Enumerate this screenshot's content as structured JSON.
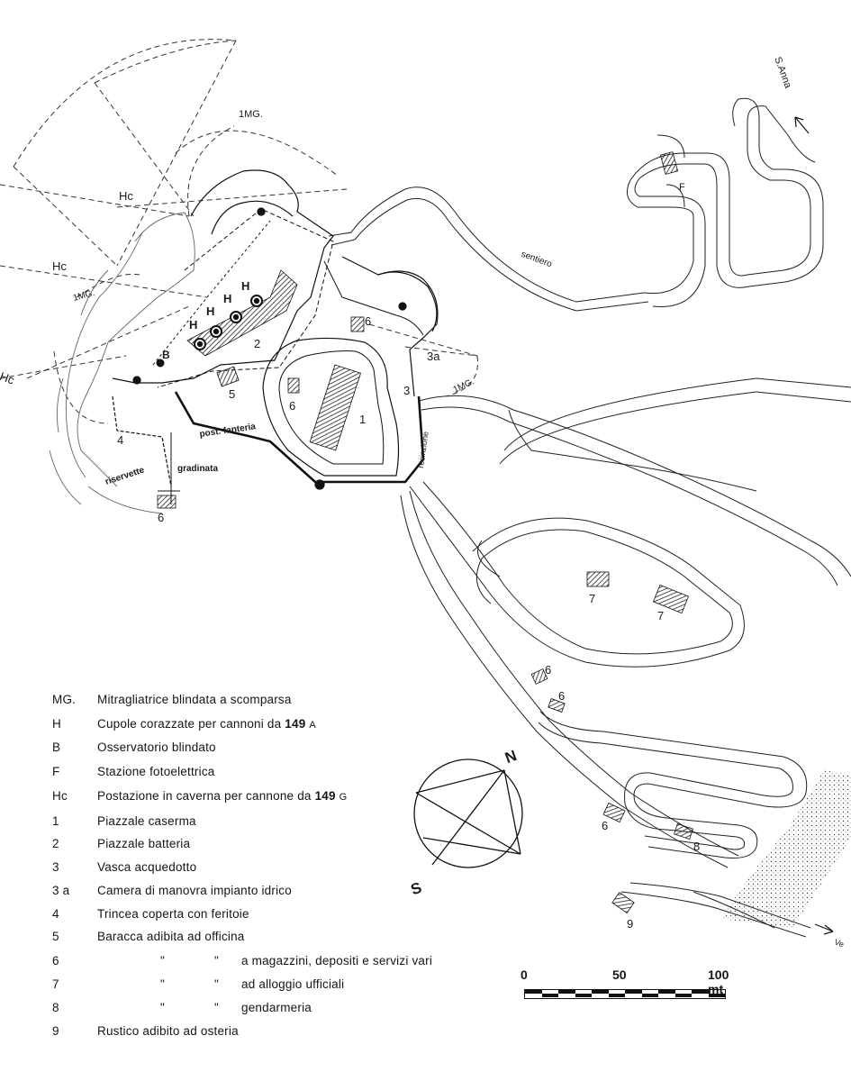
{
  "map": {
    "labels": {
      "s_anna": "S.Anna",
      "sentiero": "sentiero",
      "recinzione": "recinzione",
      "post_fanteria": "post. fanteria",
      "riservette": "riservette",
      "gradinata": "gradinata",
      "ve": "Ve",
      "mg_1": "1MG.",
      "hc": "Hc",
      "h": "H",
      "b": "B",
      "f": "F",
      "n1": "1",
      "n2": "2",
      "n3": "3",
      "n3a": "3a",
      "n4": "4",
      "n5": "5",
      "n6": "6",
      "n7": "7",
      "n8": "8",
      "n9": "9"
    },
    "compass": {
      "north": "N",
      "south": "S"
    }
  },
  "legend": {
    "items": [
      {
        "symbol": "MG.",
        "text": "Mitragliatrice blindata a scomparsa"
      },
      {
        "symbol": "H",
        "text": "Cupole corazzate per cannoni da",
        "number": "149",
        "suffix": "A"
      },
      {
        "symbol": "B",
        "text": "Osservatorio blindato"
      },
      {
        "symbol": "F",
        "text": "Stazione fotoelettrica"
      },
      {
        "symbol": "Hc",
        "text": "Postazione in caverna per cannone da",
        "number": "149",
        "suffix": "G"
      },
      {
        "symbol": "1",
        "text": "Piazzale caserma"
      },
      {
        "symbol": "2",
        "text": "Piazzale batteria"
      },
      {
        "symbol": "3",
        "text": "Vasca acquedotto"
      },
      {
        "symbol": "3 a",
        "text": "Camera di manovra impianto idrico"
      },
      {
        "symbol": "4",
        "text": "Trincea  coperta con feritoie"
      },
      {
        "symbol": "5",
        "text": "Baracca adibita ad officina"
      },
      {
        "symbol": "6",
        "ditto1": "\"",
        "ditto2": "\"",
        "text": "a magazzini, depositi e servizi vari"
      },
      {
        "symbol": "7",
        "ditto1": "\"",
        "ditto2": "\"",
        "text": "ad alloggio ufficiali"
      },
      {
        "symbol": "8",
        "ditto1": "\"",
        "ditto2": "\"",
        "text": "gendarmeria"
      },
      {
        "symbol": "9",
        "text": "Rustico adibito ad osteria"
      }
    ]
  },
  "scale": {
    "tick0": "0",
    "tick50": "50",
    "tick100": "100 mt"
  }
}
